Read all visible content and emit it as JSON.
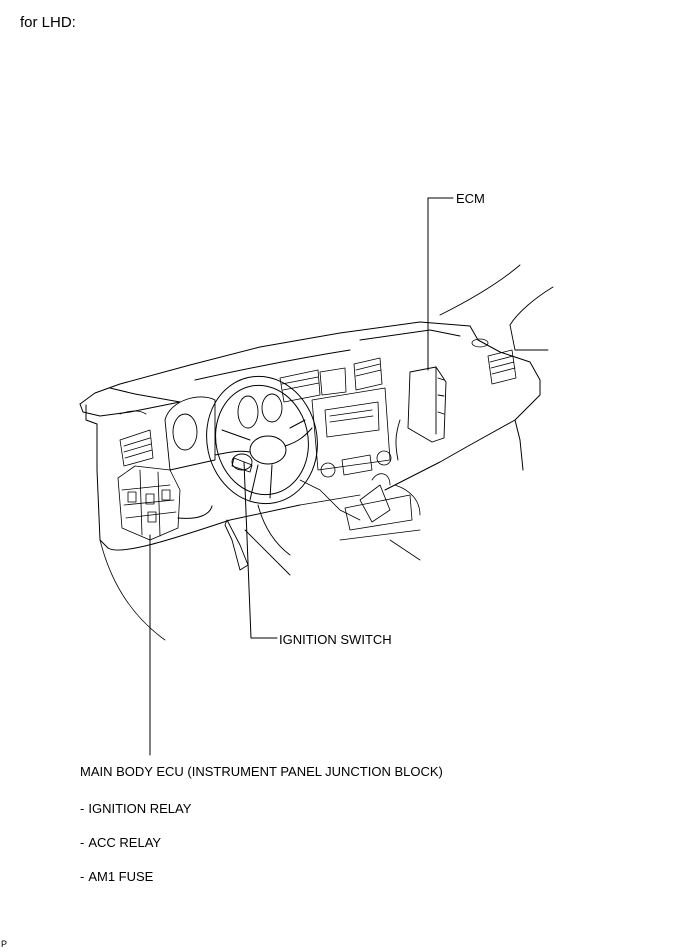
{
  "header": {
    "title": "for LHD:"
  },
  "labels": {
    "ecm": "ECM",
    "ignition_switch": "IGNITION SWITCH",
    "main_body_ecu": "MAIN BODY ECU (INSTRUMENT PANEL JUNCTION BLOCK)"
  },
  "sub_items": [
    {
      "dash": "-",
      "text": "IGNITION RELAY"
    },
    {
      "dash": "-",
      "text": "ACC RELAY"
    },
    {
      "dash": "-",
      "text": "AM1 FUSE"
    }
  ],
  "footer": {
    "mark": "P"
  }
}
